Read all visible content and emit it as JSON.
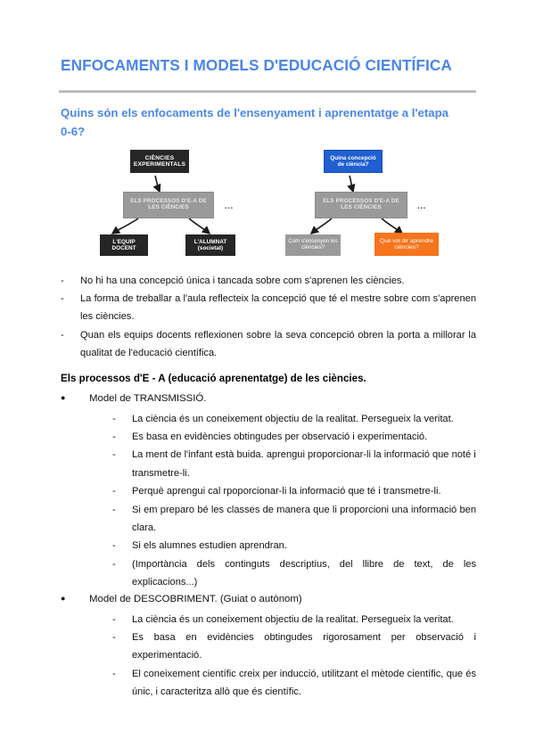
{
  "document": {
    "title": "ENFOCAMENTS I MODELS D'EDUCACIÓ CIENTÍFICA",
    "subtitle": "Quins són els  enfocaments de l'ensenyament i aprenentatge a l'etapa 0-6?"
  },
  "colors": {
    "heading_blue": "#4a86e8",
    "node_dark": "#262626",
    "node_gray": "#9a9a9a",
    "node_blue": "#1f5fd0",
    "node_orange": "#f6741c",
    "rule_gray": "#b7b7b7"
  },
  "diagram": {
    "left": {
      "top_node": "CIÈNCIES EXPERIMENTALS",
      "center_node": "ELS PROCESSOS D'E-A DE LES CIÈNCIES",
      "bottom_left_node": "L'EQUIP DOCENT",
      "bottom_right_node": "L'ALUMNAT (societat)",
      "ellipsis": "..."
    },
    "right": {
      "top_node": "Quina concepció de ciència?",
      "center_node": "ELS PROCESSOS D'E-A DE LES CIÈNCIES",
      "bottom_left_node": "Com s'ensenyen les ciències?",
      "bottom_right_node": "Què vol dir aprendre ciències?",
      "ellipsis": "..."
    }
  },
  "intro_points": {
    "marker": "-",
    "items": [
      "No hi ha una concepció única i tancada sobre com s'aprenen les ciències.",
      "La forma de treballar a l'aula reflecteix la concepció que té el mestre sobre com s'aprenen les ciències.",
      " Quan els equips docents reflexionen sobre la seva concepció obren la porta a millorar la qualitat de l'educació científica."
    ]
  },
  "section": {
    "heading": "Els processos d'E - A (educació aprenentatge) de les ciències.",
    "bullet_marker": "●",
    "sub_marker": "-",
    "models": [
      {
        "title": "Model de TRANSMISSIÓ.",
        "points": [
          "La ciència és un coneixement objectiu de la realitat. Persegueix la veritat.",
          "Es basa en evidències obtingudes per observació i experimentació.",
          "La ment de l'infant està buida. aprengui proporcionar-li la informació que noté i transmetre-li.",
          "Perquè aprengui cal rpoporcionar-li la informació que té i transmetre-li.",
          "Si em preparo bé les classes de manera que li proporcioni una informació ben clara.",
          "Si els alumnes estudien aprendran.",
          "(Importància dels continguts descriptius, del llibre de text, de les explicacions...)"
        ]
      },
      {
        "title": "Model de DESCOBRIMENT. (Guiat o autònom)",
        "points": [
          "La ciència és un coneixement objectiu de la realitat. Persegueix la veritat.",
          "Es basa en evidències obtingudes rigorosament per observació i experimentació.",
          "El coneixement científic creix per inducció, utilitzant el mètode científic, que és únic, i caracteritza allò que és científic."
        ]
      }
    ]
  }
}
